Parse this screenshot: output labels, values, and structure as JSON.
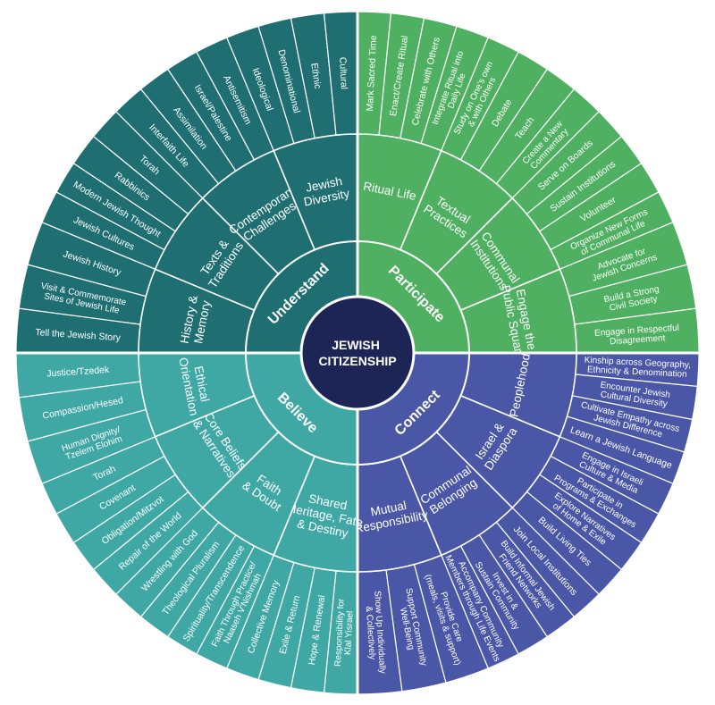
{
  "center": {
    "lines": [
      "JEWISH",
      "CITIZENSHIP"
    ]
  },
  "colors": {
    "understand": "#1f6f72",
    "participate": "#4fb061",
    "believe": "#3fa8a5",
    "connect": "#4a56a6",
    "center": "#1d2557",
    "separator": "#ffffff"
  },
  "quadrants": [
    {
      "id": "participate",
      "label": "Participate",
      "subcategories": [
        {
          "lines": [
            "Ritual Life"
          ],
          "items": [
            [
              "Mark Sacred Time"
            ],
            [
              "Enact/Create Ritual"
            ],
            [
              "Celebrate with Others"
            ],
            [
              "Integrate Ritual into",
              "Daily Life"
            ]
          ]
        },
        {
          "lines": [
            "Textual",
            "Practices"
          ],
          "items": [
            [
              "Study on One's own",
              "& with Others"
            ],
            [
              "Debate"
            ],
            [
              "Teach"
            ],
            [
              "Create a New",
              "Commentary"
            ]
          ]
        },
        {
          "lines": [
            "Communal",
            "Institutions"
          ],
          "items": [
            [
              "Serve on Boards"
            ],
            [
              "Sustain Institutions"
            ],
            [
              "Volunteer"
            ],
            [
              "Organize New Forms",
              "of Communal Life"
            ]
          ]
        },
        {
          "lines": [
            "Engage the",
            "Public Square"
          ],
          "items": [
            [
              "Advocate for",
              "Jewish Concerns"
            ],
            [
              "Build a Strong",
              "Civil Society"
            ],
            [
              "Engage in Respectful",
              "Disagreement"
            ]
          ]
        }
      ]
    },
    {
      "id": "connect",
      "label": "Connect",
      "subcategories": [
        {
          "lines": [
            "Peoplehood"
          ],
          "items": [
            [
              "Kinship across Geography,",
              "Ethnicity & Denomination"
            ],
            [
              "Encounter Jewish",
              "Cultural Diversity"
            ],
            [
              "Cultivate Empathy across",
              "Jewish Difference"
            ],
            [
              "Learn a Jewish Language"
            ]
          ]
        },
        {
          "lines": [
            "Israel &",
            "Diaspora"
          ],
          "items": [
            [
              "Engage in Israeli",
              "Culture & Media"
            ],
            [
              "Participate in",
              "Programs & Exchanges"
            ],
            [
              "Explore Narratives",
              "of Home & Exile"
            ],
            [
              "Build Living Ties"
            ]
          ]
        },
        {
          "lines": [
            "Communal",
            "Belonging"
          ],
          "items": [
            [
              "Join Local Institutions"
            ],
            [
              "Build Informal Jewish",
              "Friend Networks"
            ],
            [
              "Invest in &",
              "Sustain Community"
            ],
            [
              "Accompany Community",
              "Members through Life Events"
            ]
          ]
        },
        {
          "lines": [
            "Mutual",
            "Responsibility"
          ],
          "items": [
            [
              "Provide Care",
              "(meals, visits & support)"
            ],
            [
              "Support Community",
              "Well-Being"
            ],
            [
              "Show Up Individually",
              "& Collectively"
            ]
          ]
        }
      ]
    },
    {
      "id": "believe",
      "label": "Believe",
      "subcategories": [
        {
          "lines": [
            "Shared",
            "Heritage, Fate",
            "& Destiny"
          ],
          "items": [
            [
              "Responsibility for",
              "Klal Yisrael"
            ],
            [
              "Hope & Renewal"
            ],
            [
              "Exile & Return"
            ],
            [
              "Collective Memory"
            ]
          ]
        },
        {
          "lines": [
            "Faith",
            "& Doubt"
          ],
          "items": [
            [
              "Faith Through Practice/",
              "Naaseh V'Nishmah"
            ],
            [
              "Spirituality/Transcendence"
            ],
            [
              "Theological Pluralism"
            ],
            [
              "Wrestling with God"
            ]
          ]
        },
        {
          "lines": [
            "Core Beliefs",
            "& Narratives"
          ],
          "items": [
            [
              "Repair of the World"
            ],
            [
              "Obligation/Mitzvot"
            ],
            [
              "Covenant"
            ],
            [
              "Torah"
            ]
          ]
        },
        {
          "lines": [
            "Ethical",
            "Orientation"
          ],
          "items": [
            [
              "Human Dignity/",
              "Tzelem Elohim"
            ],
            [
              "Compassion/Hesed"
            ],
            [
              "Justice/Tzedek"
            ]
          ]
        }
      ]
    },
    {
      "id": "understand",
      "label": "Understand",
      "subcategories": [
        {
          "lines": [
            "History &",
            "Memory"
          ],
          "items": [
            [
              "Tell the Jewish Story"
            ],
            [
              "Visit & Commemorate",
              "Sites of Jewish Life"
            ],
            [
              "Jewish History"
            ]
          ]
        },
        {
          "lines": [
            "Texts &",
            "Traditions"
          ],
          "items": [
            [
              "Jewish Cultures"
            ],
            [
              "Modern Jewish Thought"
            ],
            [
              "Rabbinics"
            ],
            [
              "Torah"
            ]
          ]
        },
        {
          "lines": [
            "Contemporary",
            "Challenges"
          ],
          "items": [
            [
              "Interfaith Life"
            ],
            [
              "Assimilation"
            ],
            [
              "Israel/Palestine"
            ],
            [
              "Antisemitism"
            ]
          ]
        },
        {
          "lines": [
            "Jewish",
            "Diversity"
          ],
          "items": [
            [
              "Ideological"
            ],
            [
              "Denominational"
            ],
            [
              "Ethnic"
            ],
            [
              "Cultural"
            ]
          ]
        }
      ]
    }
  ]
}
